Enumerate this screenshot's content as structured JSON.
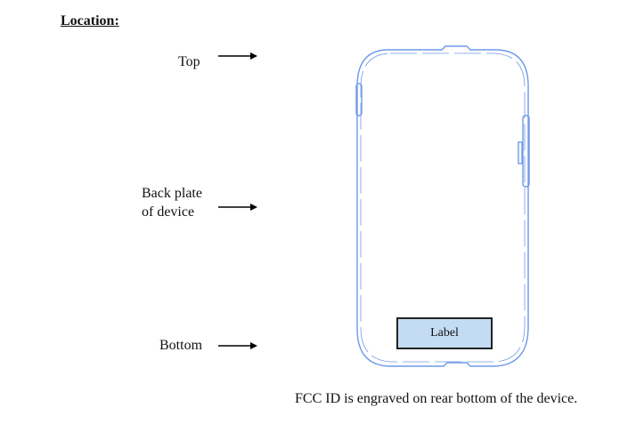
{
  "heading": "Location:",
  "callouts": {
    "top": "Top",
    "back_plate_line1": "Back plate",
    "back_plate_line2": "of device",
    "bottom": "Bottom"
  },
  "device": {
    "label_text": "Label",
    "outline_color": "#6f9ae8",
    "label_fill": "#c3dcf3"
  },
  "caption": "FCC ID is engraved on rear bottom of the device."
}
